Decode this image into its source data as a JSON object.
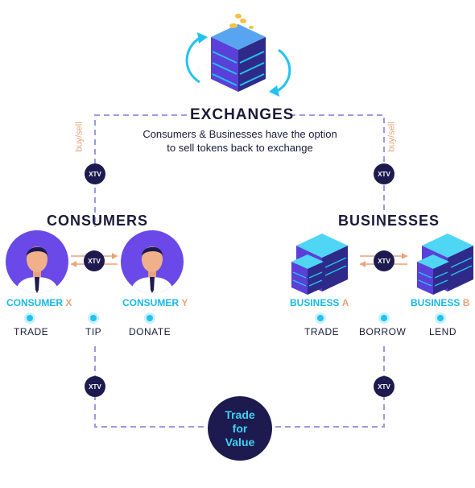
{
  "exchanges": {
    "title": "EXCHANGES",
    "subtitle_line1": "Consumers & Businesses have the option",
    "subtitle_line2": "to sell tokens back to exchange",
    "left_side_label": "buy/sell",
    "right_side_label": "buy/sell",
    "icon": "server-stack-icon"
  },
  "token": "XTV",
  "consumers": {
    "title": "CONSUMERS",
    "consumer_x": {
      "word": "CONSUMER",
      "letter": "X"
    },
    "consumer_y": {
      "word": "CONSUMER",
      "letter": "Y"
    },
    "actions": [
      "TRADE",
      "TIP",
      "DONATE"
    ]
  },
  "businesses": {
    "title": "BUSINESSES",
    "business_a": {
      "word": "BUSINESS",
      "letter": "A"
    },
    "business_b": {
      "word": "BUSINESS",
      "letter": "B"
    },
    "actions": [
      "TRADE",
      "BORROW",
      "LEND"
    ]
  },
  "center": {
    "line1": "Trade",
    "line2": "for",
    "line3": "Value"
  },
  "colors": {
    "navy": "#1d1a4f",
    "purple": "#6a49e8",
    "cyan": "#18b9e3",
    "orange": "#e9a27a",
    "dash": "#9b9ae0"
  }
}
